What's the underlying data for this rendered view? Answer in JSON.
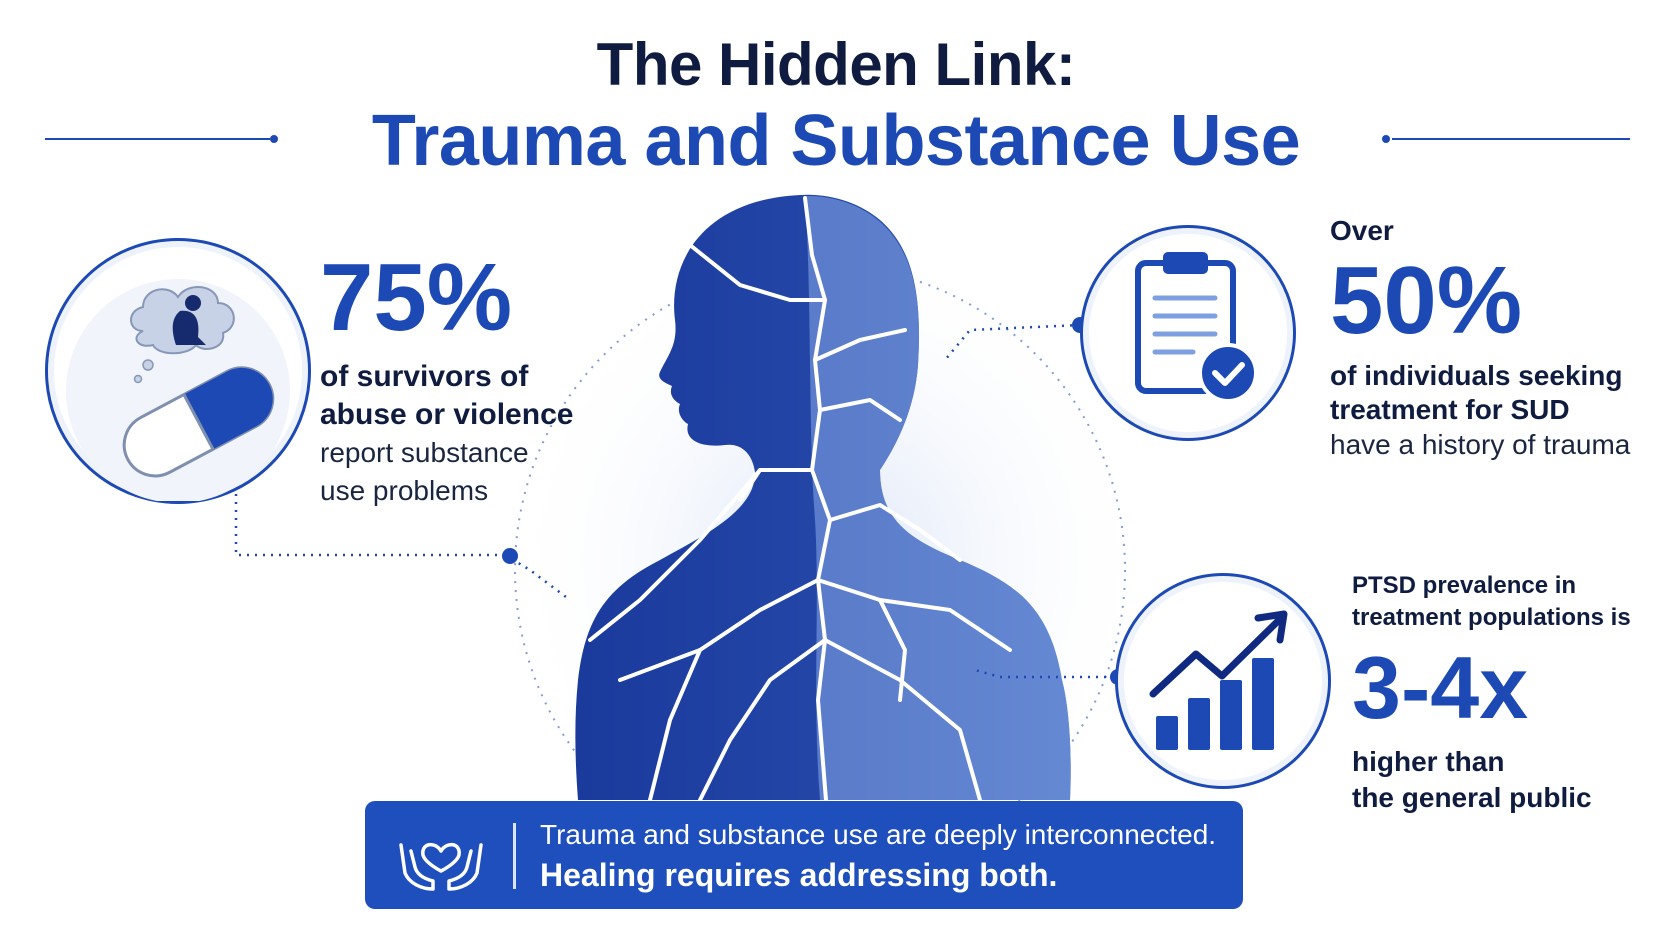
{
  "title": {
    "line1": "The Hidden Link:",
    "line2": "Trauma and Substance Use"
  },
  "stat_survivors": {
    "value": "75%",
    "line1": "of survivors of",
    "line2": "abuse or violence",
    "line3": "report substance",
    "line4": "use problems",
    "icon": "thought-cloud-and-pill-icon"
  },
  "stat_treatment": {
    "prefix": "Over",
    "value": "50%",
    "line1": "of individuals seeking",
    "line2": "treatment for SUD",
    "line3": "have a history of trauma",
    "icon": "clipboard-check-icon"
  },
  "stat_ptsd": {
    "line1": "PTSD prevalence in",
    "line2": "treatment populations is",
    "value": "3-4x",
    "line3": "higher than",
    "line4": "the general public",
    "icon": "bar-chart-up-arrow-icon"
  },
  "banner": {
    "message": "Trauma and substance use are deeply interconnected.",
    "emphasis": "Healing requires addressing both.",
    "icon": "hands-holding-heart-icon"
  },
  "colors": {
    "accent": "#1d49b5",
    "dark": "#0f1c3f",
    "banner": "#1e4fbd"
  }
}
